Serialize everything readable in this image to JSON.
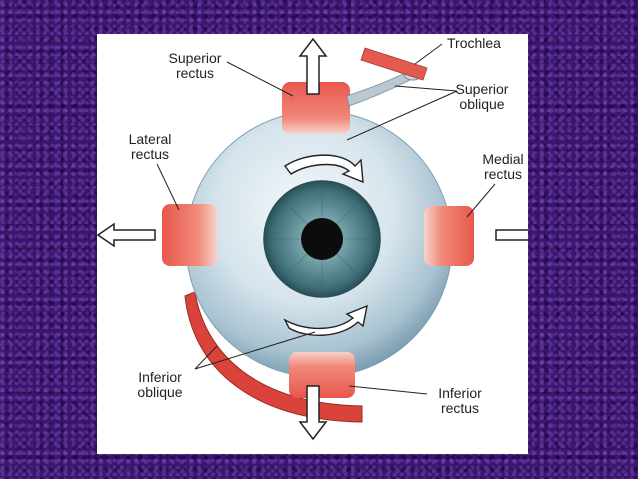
{
  "diagram": {
    "labels": {
      "superior_rectus": [
        "Superior",
        "rectus"
      ],
      "trochlea": "Trochlea",
      "superior_oblique": [
        "Superior",
        "oblique"
      ],
      "lateral_rectus": [
        "Lateral",
        "rectus"
      ],
      "medial_rectus": [
        "Medial",
        "rectus"
      ],
      "inferior_oblique": [
        "Inferior",
        "oblique"
      ],
      "inferior_rectus": [
        "Inferior",
        "rectus"
      ]
    },
    "colors": {
      "background": "#3a1670",
      "panel": "#ffffff",
      "muscle": "#e35a4f",
      "iris": "#4d7f88",
      "sclera": "#c8dbe4"
    },
    "icons": [
      "up-arrow",
      "down-arrow",
      "left-arrow",
      "right-arrow",
      "rotation-arrow"
    ]
  }
}
